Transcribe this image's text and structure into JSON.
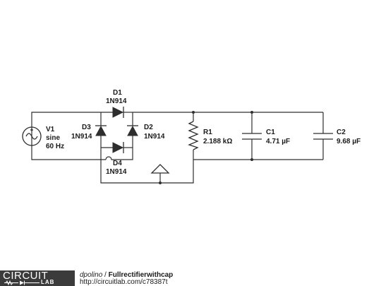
{
  "components": {
    "v1": {
      "name": "V1",
      "type": "sine",
      "frequency": "60 Hz"
    },
    "d1": {
      "name": "D1",
      "part": "1N914"
    },
    "d2": {
      "name": "D2",
      "part": "1N914"
    },
    "d3": {
      "name": "D3",
      "part": "1N914"
    },
    "d4": {
      "name": "D4",
      "part": "1N914"
    },
    "r1": {
      "name": "R1",
      "value": "2.188 kΩ"
    },
    "c1": {
      "name": "C1",
      "value": "4.71 µF"
    },
    "c2": {
      "name": "C2",
      "value": "9.68 µF"
    }
  },
  "footer": {
    "logo_word": "CIRCUIT",
    "logo_sub": "LAB",
    "author": "dpolino",
    "separator": " / ",
    "title": "Fullrectifierwithcap",
    "url": "http://circuitlab.com/c78387t"
  }
}
